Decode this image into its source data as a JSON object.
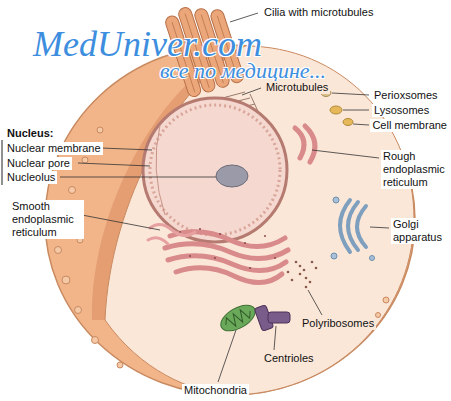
{
  "diagram": {
    "labels": [
      "Cilia with microtubules",
      "MedUniver.com",
      "все по медицине...",
      "Microtubules",
      "Nucleus:",
      "Nuclear membrane",
      "Nuclear pore",
      "Nucleolus",
      "Perioxsomes",
      "Lysosomes",
      "Cell membrane",
      "Rough endoplasmic reticulum",
      "Smooth endoplasmic reticulum",
      "Golgi apparatus",
      "Polyribosomes",
      "Centrioles",
      "Mitochondria"
    ]
  }
}
